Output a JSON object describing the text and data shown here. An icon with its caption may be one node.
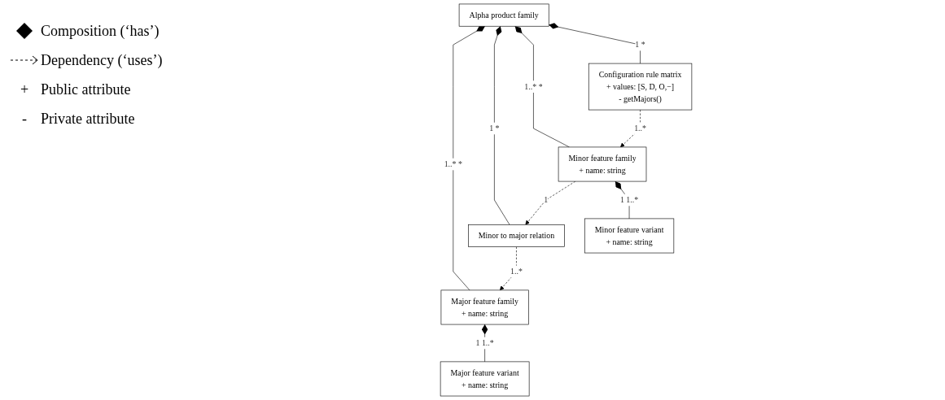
{
  "diagram": {
    "nodes": [
      {
        "text": [
          "Alpha product family"
        ]
      },
      {
        "text": [
          "Major feature family",
          "+ name: string"
        ]
      },
      {
        "text": [
          "Minor to major relation"
        ]
      },
      {
        "text": [
          "Minor feature family",
          "+ name: string"
        ]
      },
      {
        "text": [
          "Configuration rule matrix",
          "+ values: [S, D, O,−]",
          "- getMajors()"
        ]
      },
      {
        "text": [
          "Major feature variant",
          "+ name: string"
        ]
      },
      {
        "text": [
          "Minor feature variant",
          "+ name: string"
        ]
      }
    ],
    "edges": [
      {
        "from": 0,
        "to": 1,
        "arrow": "other",
        "label": "1..* *"
      },
      {
        "from": 0,
        "to": 2,
        "arrow": "other",
        "label": "1 *"
      },
      {
        "from": 0,
        "to": 3,
        "arrow": "other",
        "label": "1..* *"
      },
      {
        "from": 0,
        "to": 4,
        "arrow": "other",
        "label": "1 *"
      },
      {
        "from": 2,
        "to": 1,
        "arrow": "to",
        "style": "dashed",
        "label": "1..*"
      },
      {
        "from": 3,
        "to": 2,
        "arrow": "to",
        "style": "dashed",
        "label": "1"
      },
      {
        "from": 4,
        "to": 3,
        "arrow": "to",
        "style": "dashed",
        "label": "1..*"
      },
      {
        "from": 1,
        "to": 5,
        "arrow": "other",
        "label": "1 1..*"
      },
      {
        "from": 3,
        "to": 6,
        "arrow": "other",
        "label": "1 1..*"
      }
    ],
    "labels": [
      "+",
      "-"
    ],
    "legend": [
      {
        "text": "Composition (‘has’)"
      },
      {
        "text": "Dependency (‘uses’)"
      },
      {
        "text": "Public attribute"
      },
      {
        "text": "Private attribute"
      }
    ]
  }
}
